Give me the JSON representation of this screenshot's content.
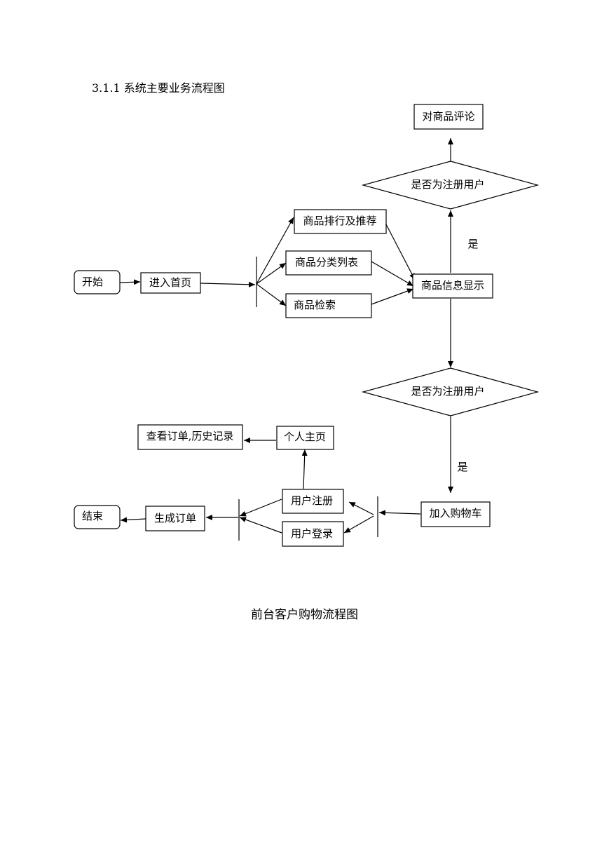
{
  "heading": "3.1.1  系统主要业务流程图",
  "caption": "前台客户购物流程图",
  "nodes": {
    "start": "开始",
    "home": "进入首页",
    "ranking": "商品排行及推荐",
    "category": "商品分类列表",
    "search": "商品检索",
    "product_info": "商品信息显示",
    "decision_top": "是否为注册用户",
    "comment": "对商品评论",
    "decision_bottom": "是否为注册用户",
    "cart": "加入购物车",
    "register": "用户注册",
    "login": "用户登录",
    "profile": "个人主页",
    "orders_history": "查看订单,历史记录",
    "create_order": "生成订单",
    "end": "结束"
  },
  "edge_labels": {
    "yes_top": "是",
    "yes_bottom": "是"
  }
}
